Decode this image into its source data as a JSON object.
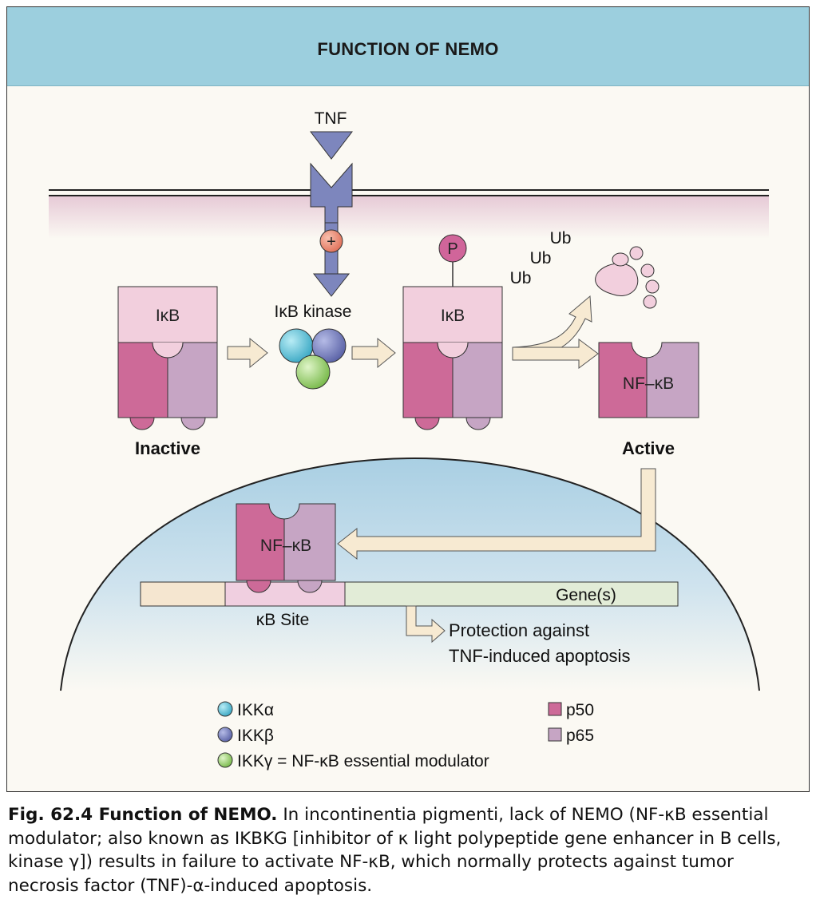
{
  "title": "FUNCTION OF NEMO",
  "labels": {
    "tnf": "TNF",
    "plus": "+",
    "phospho": "P",
    "ub1": "Ub",
    "ub2": "Ub",
    "ub3": "Ub",
    "ikb_left": "IκB",
    "ikb_kinase": "IκB kinase",
    "ikb_mid": "IκB",
    "nfkb_active": "NF–κB",
    "nfkb_nucleus": "NF–κB",
    "inactive": "Inactive",
    "active": "Active",
    "genes": "Gene(s)",
    "kb_site": "κB Site",
    "protection_line1": "Protection against",
    "protection_line2": "TNF-induced apoptosis"
  },
  "legend": {
    "ikka": "IKKα",
    "ikkb": "IKKβ",
    "ikkg": "IKKγ = NF-κB essential modulator",
    "p50": "p50",
    "p65": "p65"
  },
  "colors": {
    "header": "#9ccfde",
    "receptor": "#7d86bd",
    "plus_circle": "#e8826a",
    "ikka": "#4fb8cf",
    "ikkb": "#6b72b4",
    "ikkg": "#8cc860",
    "p50": "#cd6a98",
    "p65": "#c6a5c4",
    "ikb": "#f2cfdd",
    "phospho": "#d0659a",
    "arrow": "#f7ead2",
    "gene": "#e2ecd7",
    "kb_site": "#f0cfe0",
    "nucleus": "#a9cfe3"
  },
  "caption": {
    "fig": "Fig. 62.4 Function of NEMO.",
    "text": "In incontinentia pigmenti, lack of NEMO (NF-κB essential modulator; also known as IKBKG [inhibitor of κ light polypeptide gene enhancer in B cells, kinase γ]) results in failure to activate NF-κB, which normally protects against tumor necrosis factor (TNF)-α-induced apoptosis."
  }
}
